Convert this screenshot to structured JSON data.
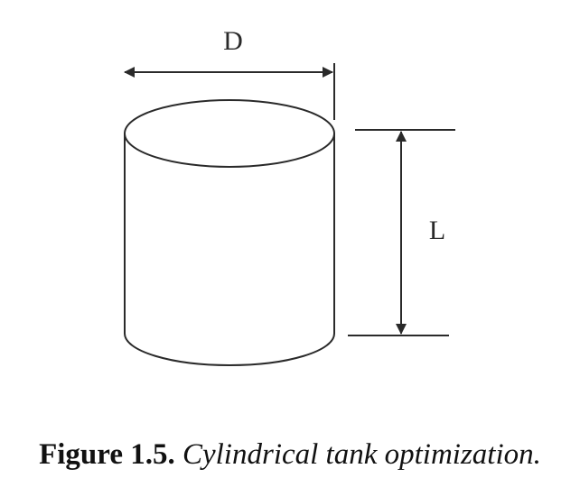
{
  "diagram": {
    "labels": {
      "diameter": "D",
      "length": "L"
    },
    "colors": {
      "stroke": "#2a2a2a",
      "background": "#ffffff"
    }
  },
  "caption": {
    "label": "Figure 1.5.",
    "text": "Cylindrical tank optimization."
  }
}
